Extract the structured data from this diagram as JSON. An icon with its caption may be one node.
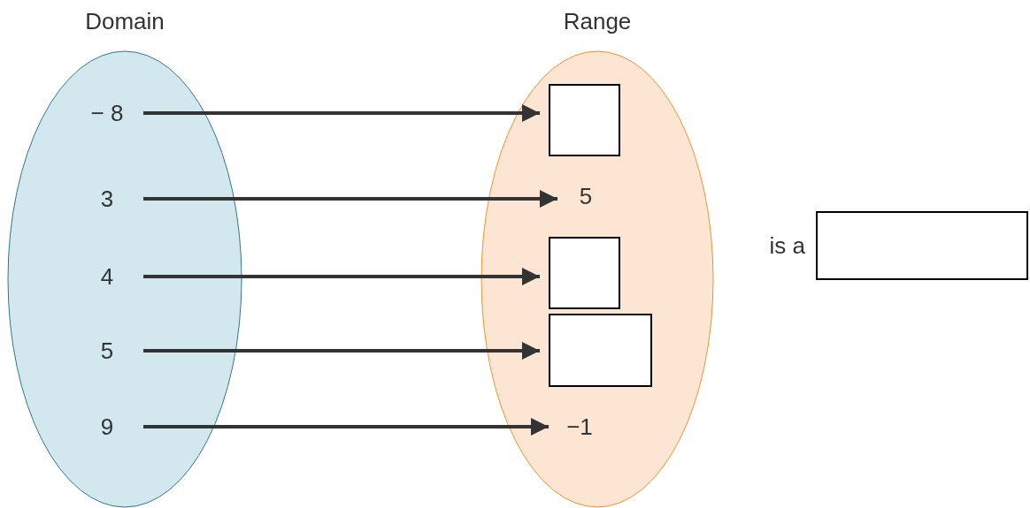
{
  "diagram": {
    "nodes": [
      {
        "text": [
          "Domain"
        ]
      },
      {
        "text": [
          "Range"
        ]
      },
      {
        "text": [
          "− 8"
        ],
        "in": 0
      },
      {
        "text": [
          "3"
        ],
        "in": 0
      },
      {
        "text": [
          "4"
        ],
        "in": 0
      },
      {
        "text": [
          "5"
        ],
        "in": 0
      },
      {
        "text": [
          "9"
        ],
        "in": 0
      },
      {
        "text": [],
        "shape": "box",
        "in": 1
      },
      {
        "text": [
          "5"
        ],
        "in": 1
      },
      {
        "text": [],
        "shape": "box",
        "in": 1
      },
      {
        "text": [],
        "shape": "box",
        "in": 1
      },
      {
        "text": [
          "−1"
        ],
        "in": 1
      },
      {
        "text": [],
        "shape": "box",
        "beside": [
          "is a"
        ]
      }
    ],
    "edges": [
      {
        "from": 2,
        "to": 7,
        "arrow": "to"
      },
      {
        "from": 3,
        "to": 8,
        "arrow": "to"
      },
      {
        "from": 4,
        "to": 9,
        "arrow": "to"
      },
      {
        "from": 5,
        "to": 10,
        "arrow": "to"
      },
      {
        "from": 6,
        "to": 11,
        "arrow": "to"
      }
    ]
  }
}
